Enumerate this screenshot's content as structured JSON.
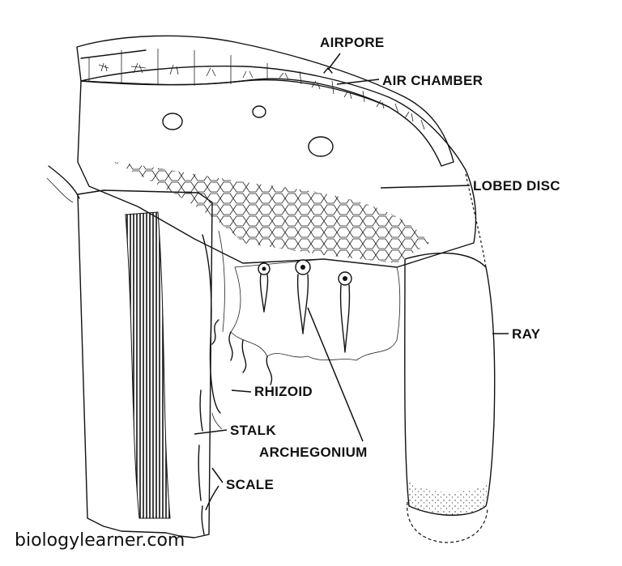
{
  "labels": {
    "airpore": "AIRPORE",
    "air_chamber": "AIR CHAMBER",
    "lobed_disc": "LOBED DISC",
    "ray": "RAY",
    "rhizoid": "RHIZOID",
    "stalk": "STALK",
    "archegonium": "ARCHEGONIUM",
    "scale": "SCALE"
  },
  "watermark": "biologylearner.com"
}
